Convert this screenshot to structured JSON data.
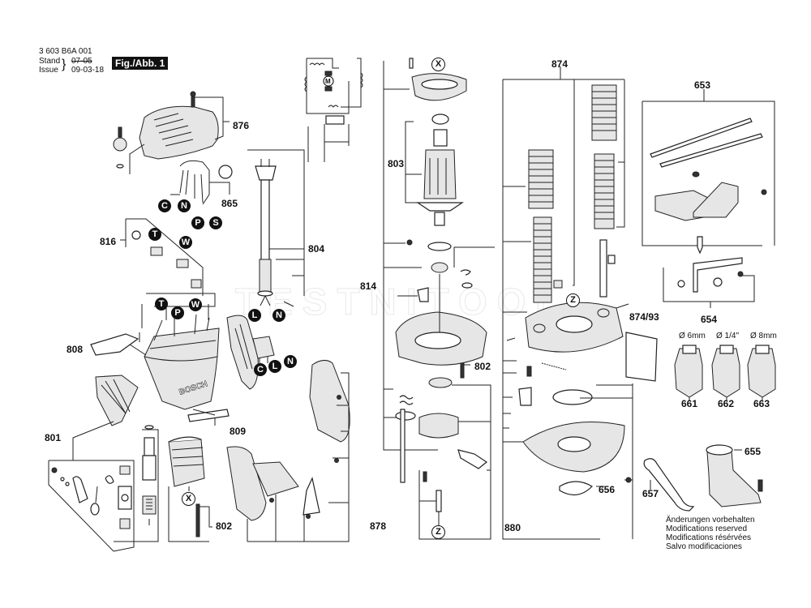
{
  "header": {
    "doc_number": "3 603 B6A 001",
    "stand_label": "Stand",
    "stand_value": "07-05",
    "issue_label": "Issue",
    "issue_value": "09-03-18",
    "figure_label": "Fig./Abb. 1"
  },
  "watermark": "TESTNITOOL",
  "part_labels": {
    "p876": "876",
    "p865": "865",
    "p816": "816",
    "p804": "804",
    "p808": "808",
    "p809": "809",
    "p801": "801",
    "p802a": "802",
    "p878": "878",
    "p803": "803",
    "p814": "814",
    "p802b": "802",
    "p880": "880",
    "p874": "874",
    "p874_93": "874/93",
    "p656": "656",
    "p653": "653",
    "p654": "654",
    "p661": "661",
    "p662": "662",
    "p663": "663",
    "p657": "657",
    "p655": "655"
  },
  "collet_sizes": {
    "c661": "Ø 6mm",
    "c662": "Ø 1/4\"",
    "c663": "Ø 8mm"
  },
  "wire_badges": {
    "c1": "C",
    "n1": "N",
    "p1": "P",
    "s1": "S",
    "t1": "T",
    "w1": "W",
    "t2": "T",
    "p2": "P",
    "w2": "W",
    "l1": "L",
    "n2": "N",
    "c2": "C",
    "l2": "L",
    "n3": "N"
  },
  "ref_markers": {
    "x_top": "X",
    "x_bottom": "X",
    "z_base": "Z",
    "z_bottom": "Z"
  },
  "schematic": {
    "motor_symbol": "M"
  },
  "notes": [
    "Änderungen vorbehalten",
    "Modifications reserved",
    "Modifications résérvées",
    "Salvo modificaciones"
  ]
}
